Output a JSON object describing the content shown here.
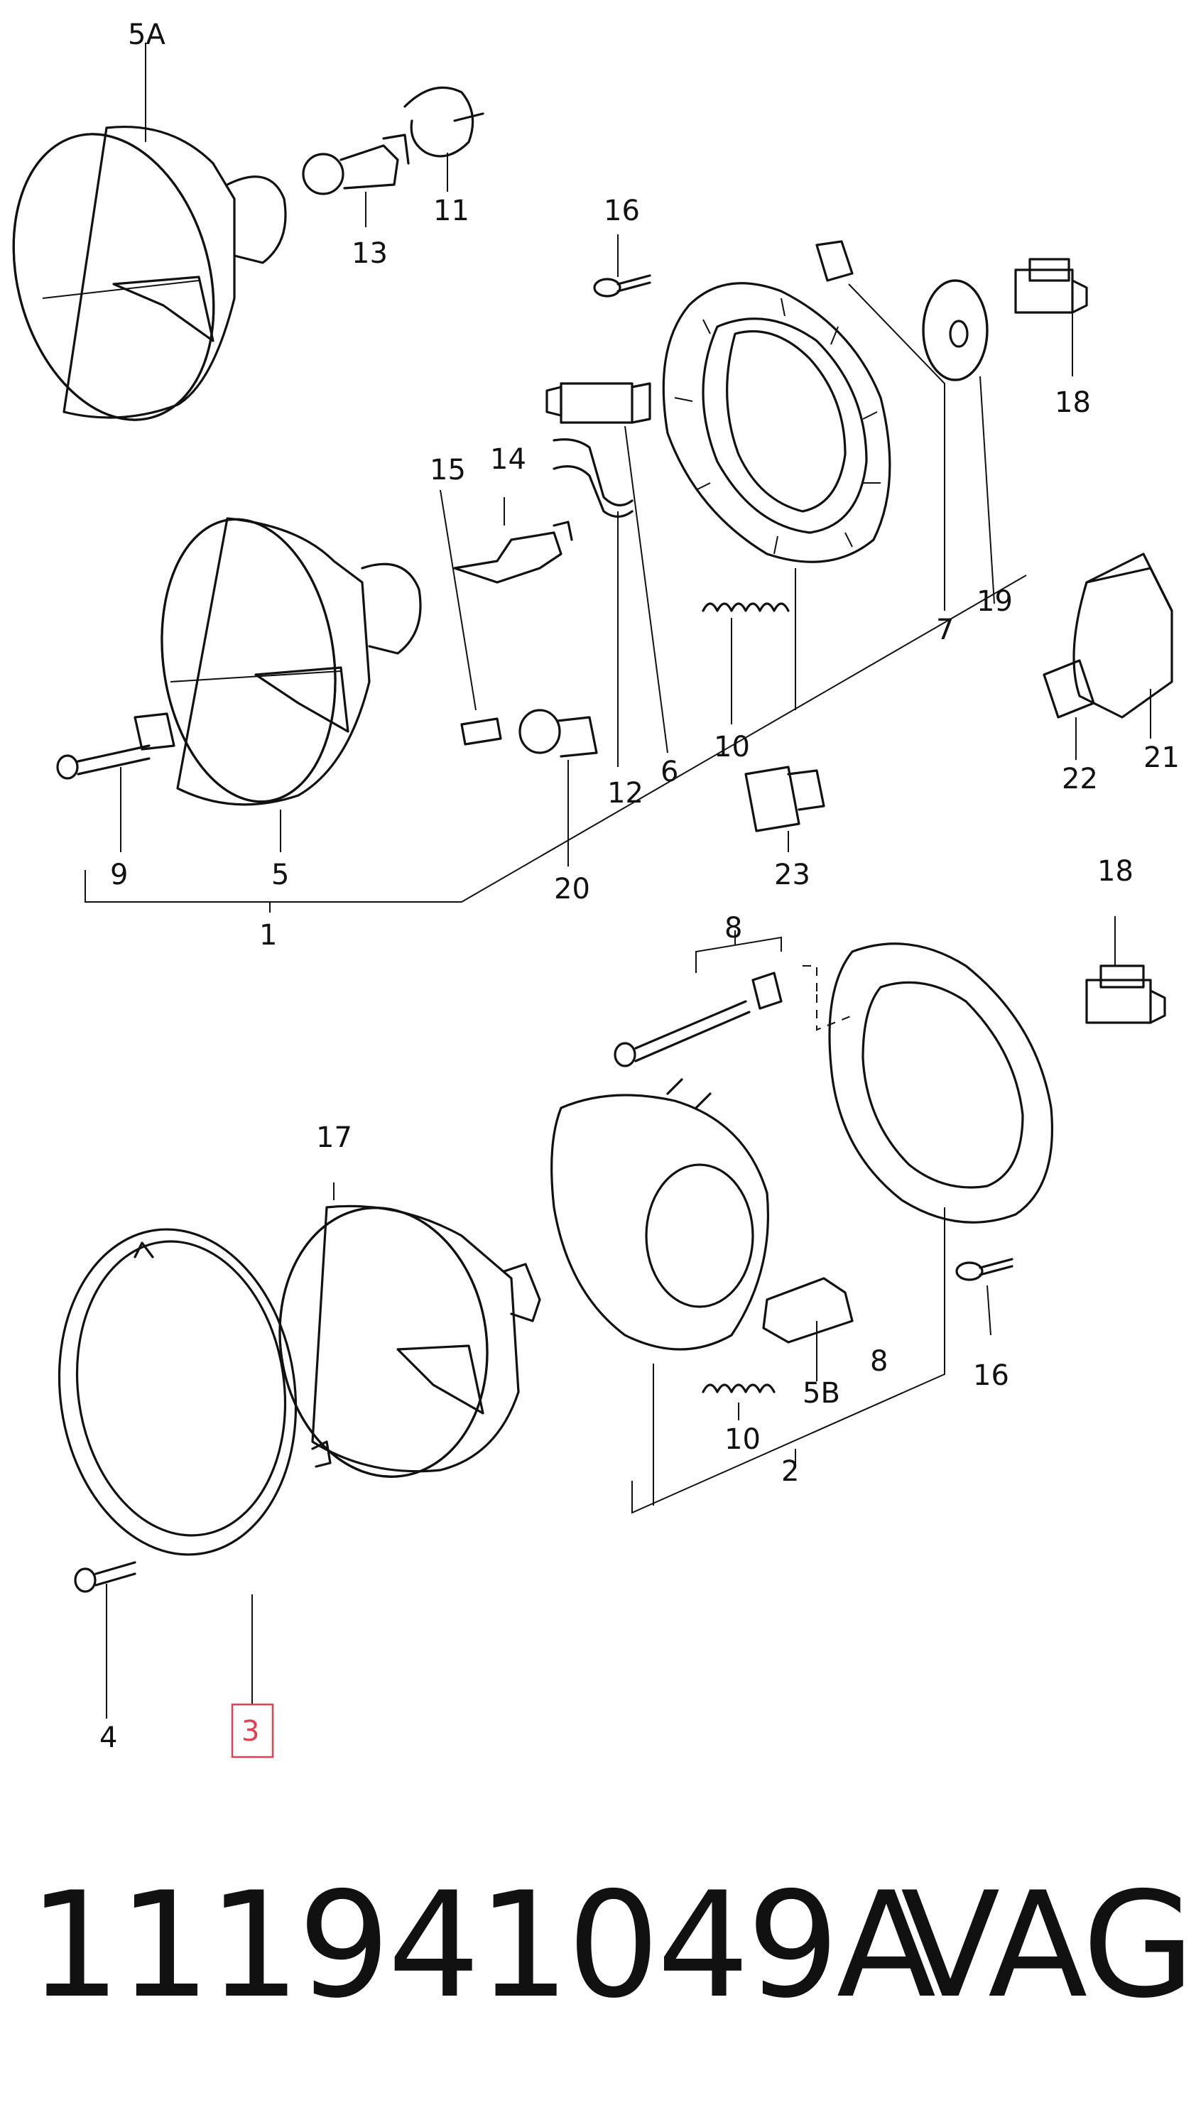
{
  "callouts": {
    "c5A": "5A",
    "c11": "11",
    "c13": "13",
    "c16a": "16",
    "c18a": "18",
    "c15": "15",
    "c14": "14",
    "c12": "12",
    "c6": "6",
    "c7": "7",
    "c19": "19",
    "c10a": "10",
    "c20": "20",
    "c9": "9",
    "c5": "5",
    "c1": "1",
    "c22": "22",
    "c21": "21",
    "c23": "23",
    "c18b": "18",
    "c8a": "8",
    "c17": "17",
    "c8b": "8",
    "c16b": "16",
    "c5B": "5B",
    "c10b": "10",
    "c2": "2",
    "c4": "4",
    "c3": "3"
  },
  "highlight": {
    "color": "#e04050"
  },
  "footer": {
    "part_number": "111941049A",
    "brand": "VAG"
  }
}
